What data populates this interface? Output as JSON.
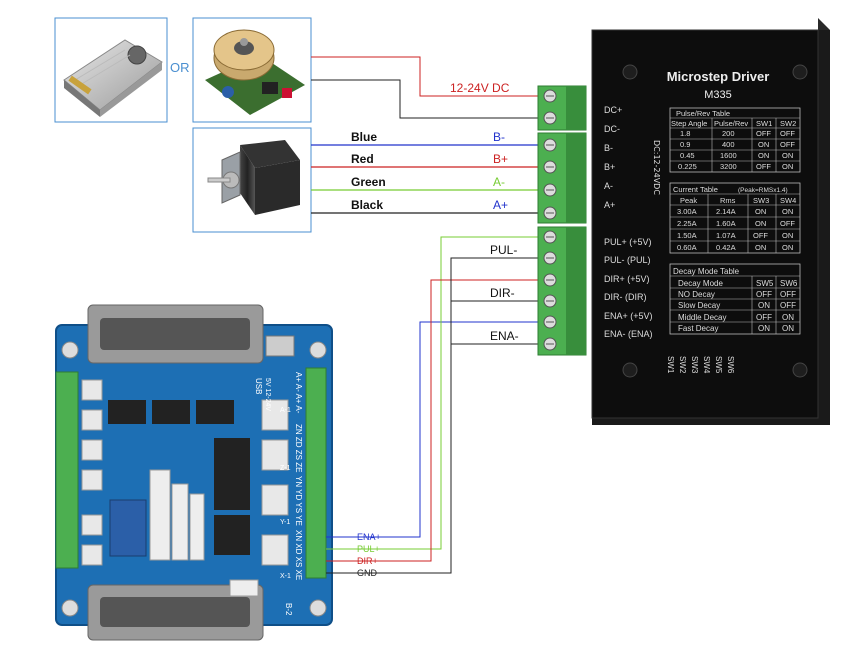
{
  "colors": {
    "power_red": "#cc2222",
    "blue_wire": "#2233cc",
    "red_wire": "#cc2222",
    "green_wire": "#77cc33",
    "black_wire": "#222222",
    "frame_blue": "#4a8fd0",
    "terminal_green": "#4caf50",
    "driver_body": "#111111",
    "pcb_blue": "#1d6fb4"
  },
  "power": {
    "or_label": "OR",
    "dc_label": "12-24V DC"
  },
  "motor_wires": [
    {
      "name": "Blue",
      "terminal": "B-"
    },
    {
      "name": "Red",
      "terminal": "B+"
    },
    {
      "name": "Green",
      "terminal": "A-"
    },
    {
      "name": "Black",
      "terminal": "A+"
    }
  ],
  "control_wires": {
    "pul": "PUL-",
    "dir": "DIR-",
    "ena": "ENA-"
  },
  "driver": {
    "title": "Microstep Driver",
    "model": "M335",
    "voltage_side": "DC:12-24VDC",
    "terminals": [
      "DC+",
      "DC-",
      "B-",
      "B+",
      "A-",
      "A+",
      "PUL+ (+5V)",
      "PUL- (PUL)",
      "DIR+ (+5V)",
      "DIR- (DIR)",
      "ENA+ (+5V)",
      "ENA- (ENA)"
    ],
    "pulse_table": {
      "title": "Pulse/Rev  Table",
      "headers": [
        "Step Angle",
        "Pulse/Rev",
        "SW1",
        "SW2"
      ],
      "rows": [
        [
          "1.8",
          "200",
          "OFF",
          "OFF"
        ],
        [
          "0.9",
          "400",
          "ON",
          "OFF"
        ],
        [
          "0.45",
          "1600",
          "ON",
          "ON"
        ],
        [
          "0.225",
          "3200",
          "OFF",
          "ON"
        ]
      ]
    },
    "current_table": {
      "title": "Current  Table",
      "note": "(Peak=RMSx1.4)",
      "headers": [
        "Peak",
        "Rms",
        "SW3",
        "SW4"
      ],
      "rows": [
        [
          "3.00A",
          "2.14A",
          "ON",
          "ON"
        ],
        [
          "2.25A",
          "1.60A",
          "ON",
          "OFF"
        ],
        [
          "1.50A",
          "1.07A",
          "OFF",
          "ON"
        ],
        [
          "0.60A",
          "0.42A",
          "ON",
          "ON"
        ]
      ]
    },
    "decay_table": {
      "title": "Decay Mode Table",
      "headers": [
        "Decay Mode",
        "SW5",
        "SW6"
      ],
      "rows": [
        [
          "NO Decay",
          "OFF",
          "OFF"
        ],
        [
          "Slow Decay",
          "ON",
          "OFF"
        ],
        [
          "Middle Decay",
          "OFF",
          "ON"
        ],
        [
          "Fast Decay",
          "ON",
          "ON"
        ]
      ]
    },
    "switches": [
      "SW1",
      "SW2",
      "SW3",
      "SW4",
      "SW5",
      "SW6"
    ]
  },
  "board": {
    "usb_label": "USB",
    "vcc_label": "5V 12-24V",
    "axes": [
      {
        "pins": "A+ A- A+ A-",
        "label": "A-1"
      },
      {
        "pins": "ZN ZD ZS ZE",
        "label": "Z-1"
      },
      {
        "pins": "YN YD YS YE",
        "label": "Y-1"
      },
      {
        "pins": "XN XD XS XE",
        "label": "X-1"
      }
    ],
    "b_label": "B-2",
    "outputs": [
      {
        "label": "ENA+",
        "color": "#2233cc"
      },
      {
        "label": "PUL+",
        "color": "#77cc33"
      },
      {
        "label": "DIR+",
        "color": "#cc2222"
      },
      {
        "label": "GND",
        "color": "#222222"
      }
    ]
  }
}
